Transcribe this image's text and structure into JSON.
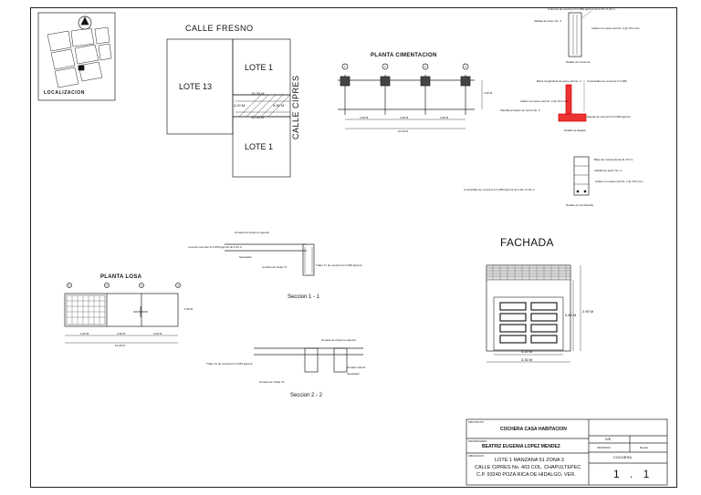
{
  "localizacion": {
    "label": "LOCALIZACION"
  },
  "site": {
    "street_top": "CALLE FRESNO",
    "street_side": "CALLE CIPRES",
    "lot_left": "LOTE 13",
    "lot_right_top": "LOTE 1",
    "lot_right_bottom": "LOTE 1",
    "dim_top": "10.35 M",
    "dim_bottom": "10.35 M",
    "dim_left": "3.20 M",
    "dim_right": "3.30 M"
  },
  "cimentacion": {
    "title": "PLANTA CIMENTACION",
    "axes": [
      "1",
      "2",
      "3",
      "4"
    ],
    "dims": [
      "3.40 M",
      "3.40 M",
      "3.40 M"
    ],
    "total": "10.35 M",
    "height": "3.30 M"
  },
  "detalles": {
    "columna_notes": [
      "Columna de concreto F'c=250 kg/cm2 de 0.20 x 0.20 m",
      "Varillas de acero No. 4",
      "Anillos con acero del No. 2 @ 15.0 cms"
    ],
    "columna_title": "Detalle de Columna",
    "zapata_notes": [
      "Barra longitudinal de acero del No. 4",
      "Contratrabe de concreto F'c=250",
      "Anillos con acero del No. 2 @ 15.0 cms",
      "Plantilla armada con acero No. 3",
      "Zapata de concreto F'c=250 kg/cm2"
    ],
    "zapata_title": "Detalle de Zapata",
    "contratrabe_notes": [
      "Base de mamposteria de 15 cm",
      "Varillas de acero No. 4",
      "Anillos con acero del No. 2 @ 15.0 cms",
      "Contratrabe de concreto F'c=250 kg/cm2 de 0.20 x 0.30 m"
    ],
    "contratrabe_title": "Detalle de Contratrabe"
  },
  "losa": {
    "title": "PLANTA LOSA",
    "axes": [
      "1",
      "2",
      "3",
      "4"
    ],
    "dims": [
      "3.40 M",
      "3.40 M",
      "3.40 M"
    ],
    "total": "10.35 M",
    "height": "3.30 M"
  },
  "seccion1": {
    "title": "Seccion 1 - 1",
    "notes": [
      "Armado de refuerzo superior",
      "Losa de concreto F'c=250 kg/cm2 de 0.10 m",
      "Separador",
      "Armado de Trabe T1",
      "Trabe T1 de concreto F'c=250 kg/cm2"
    ]
  },
  "seccion2": {
    "title": "Seccion 2 - 2",
    "notes": [
      "Armado de refuerzo superior",
      "Trabe T2 de concreto F'c=250 kg/cm2",
      "Armado inferior",
      "Separador",
      "Armado de Trabe T2"
    ]
  },
  "fachada": {
    "title": "FACHADA",
    "width_inner": "3.20 M",
    "width_outer": "3.30 M",
    "height_inner": "2.80 M",
    "height_outer": "2.90 M"
  },
  "cartouche": {
    "proyecto_label": "PROYECTO:",
    "proyecto": "COCHERA CASA HABITACION",
    "propietario_label": "PROPIETARIO:",
    "propietario": "BEATRIZ EUGENIA LOPEZ MENDEZ",
    "ubicacion_label": "UBICACION:",
    "ubic_1": "LOTE 1 MANZANA 51 ZONA 3",
    "ubic_2": "CALLE CIPRES No. 403 COL. CHAPULTEPEC",
    "ubic_3": "C.P. 93240 POZA RICA DE HIDALGO, VER.",
    "escala": "S/E",
    "fecha": "03/03/2021",
    "revision": "Revisó",
    "plano": "COCHERA",
    "numero": "1 . 1"
  }
}
